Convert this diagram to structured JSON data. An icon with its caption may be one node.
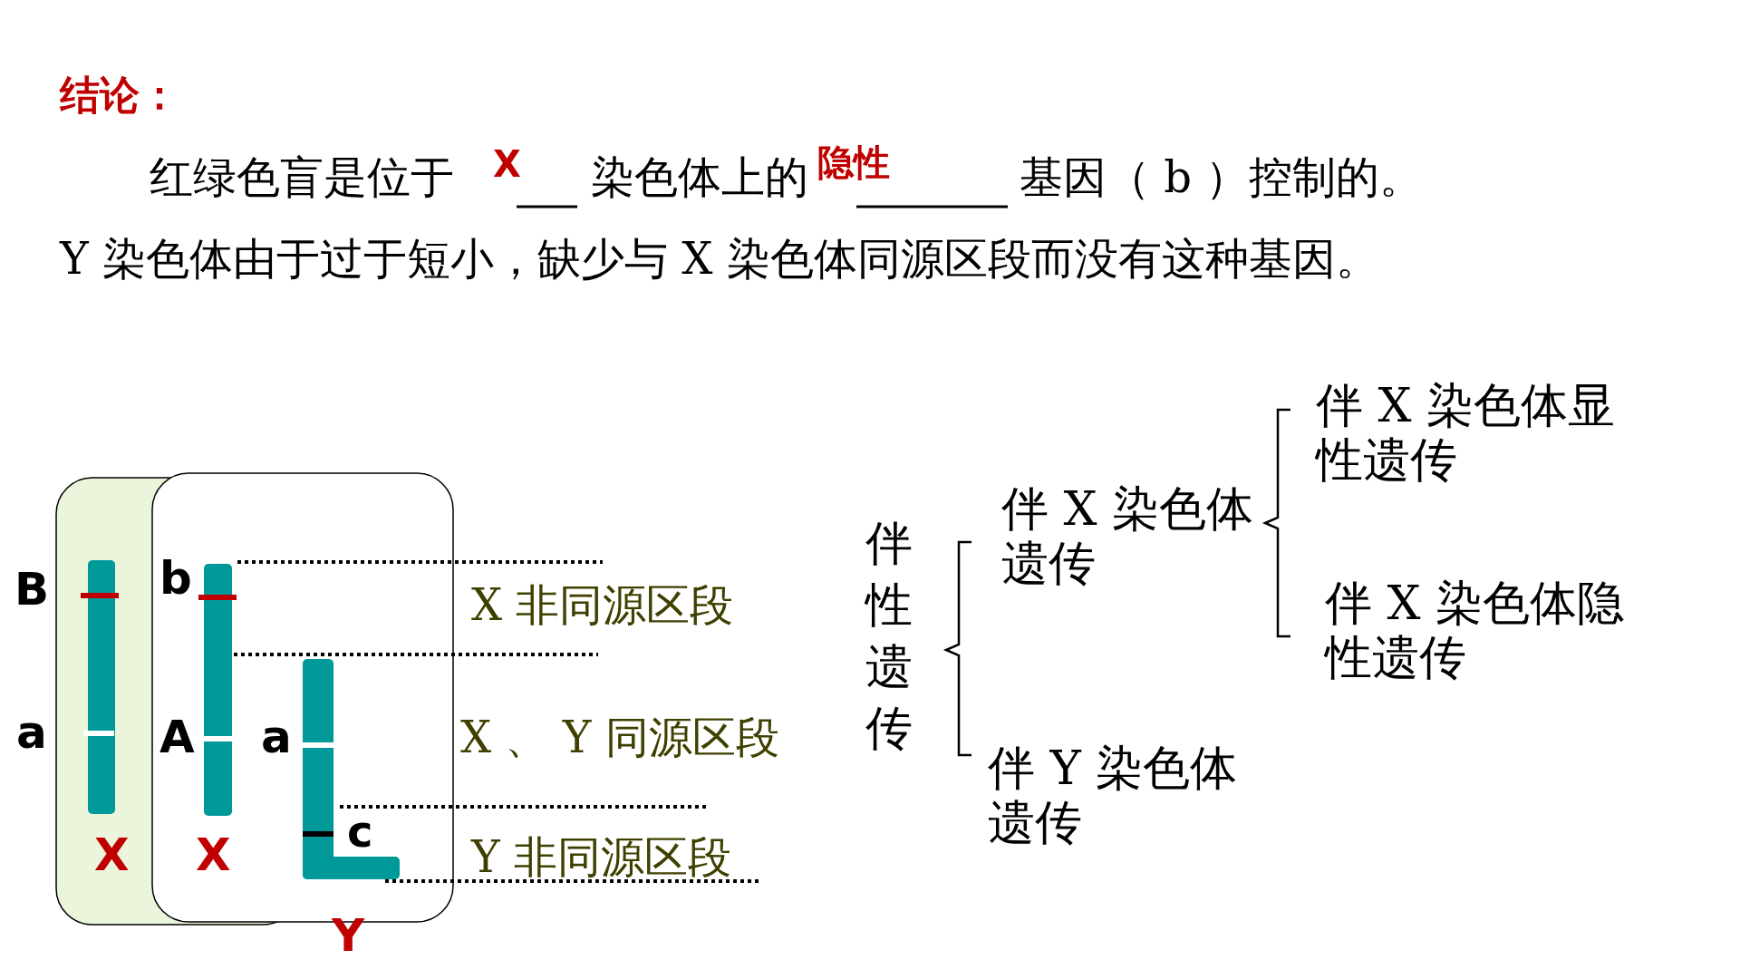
{
  "diagram": {
    "title": "结论：",
    "labels": [
      "红绿色盲是位于",
      "X",
      "染色体上的",
      "隐性",
      "基因（ b ）控制的。",
      "Y 染色体由于过于短小，缺少与 X 染色体同源区段而没有这种基因。",
      "B",
      "b",
      "X 非同源区段",
      "a",
      "A",
      "a",
      "X 、 Y 同源区段",
      "c",
      "X",
      "X",
      "Y 非同源区段",
      "Y",
      "伴性遗传",
      "伴 X 染色体遗传",
      "伴 X 染色体显性遗传",
      "伴 X 染色体隐性遗传",
      "伴 Y 染色体遗传"
    ]
  }
}
